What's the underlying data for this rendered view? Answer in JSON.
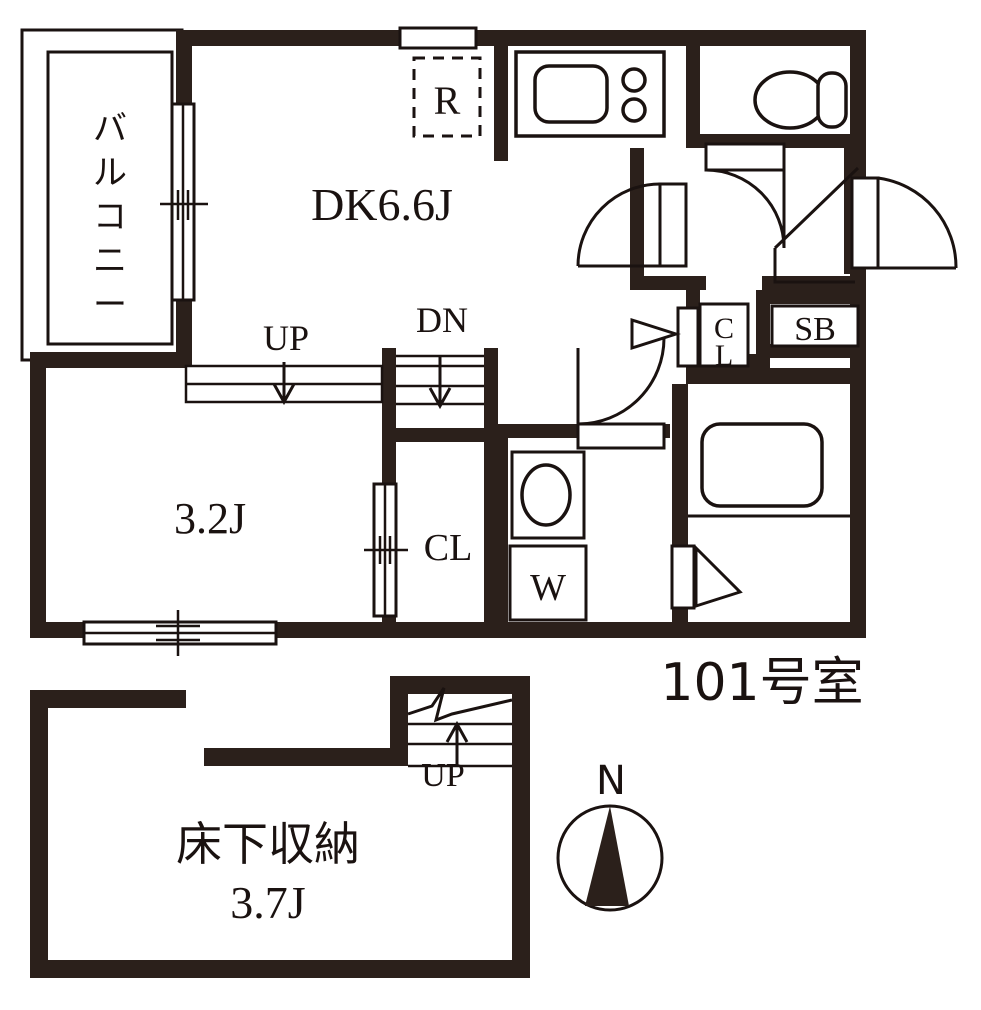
{
  "plan": {
    "title": "101号室",
    "unit_label": "101号室",
    "wall_color": "#2b201b",
    "line_color": "#1a1210",
    "fill_color": "#ffffff",
    "rooms": [
      {
        "id": "balcony",
        "label": "バルコニー",
        "orientation": "vertical"
      },
      {
        "id": "dk",
        "label": "DK6.6J"
      },
      {
        "id": "room-32",
        "label": "3.2J"
      },
      {
        "id": "understorage",
        "label": "床下収納",
        "area_label": "3.7J"
      }
    ],
    "fixtures": [
      {
        "id": "refrigerator",
        "label": "R",
        "style": "dashed-box"
      },
      {
        "id": "kitchen-unit",
        "label": "",
        "style": "sink-stove"
      },
      {
        "id": "toilet",
        "label": "",
        "style": "toilet-bowl"
      },
      {
        "id": "shoe-box",
        "label": "SB",
        "style": "box"
      },
      {
        "id": "entry-closet",
        "label": "CL",
        "style": "stacked"
      },
      {
        "id": "bedroom-closet",
        "label": "CL",
        "style": "inline"
      },
      {
        "id": "washbasin",
        "label": "",
        "style": "oval"
      },
      {
        "id": "washing-machine",
        "label": "W",
        "style": "box"
      },
      {
        "id": "bathtub",
        "label": "",
        "style": "rounded-rect"
      }
    ],
    "stairs": [
      {
        "id": "stair-up-main",
        "label": "UP",
        "direction": "down-arrow"
      },
      {
        "id": "stair-dn-main",
        "label": "DN",
        "direction": "down-arrow"
      },
      {
        "id": "stair-up-storage",
        "label": "UP",
        "direction": "up-arrow"
      }
    ],
    "compass": {
      "label": "N",
      "needle_direction": "north"
    }
  }
}
